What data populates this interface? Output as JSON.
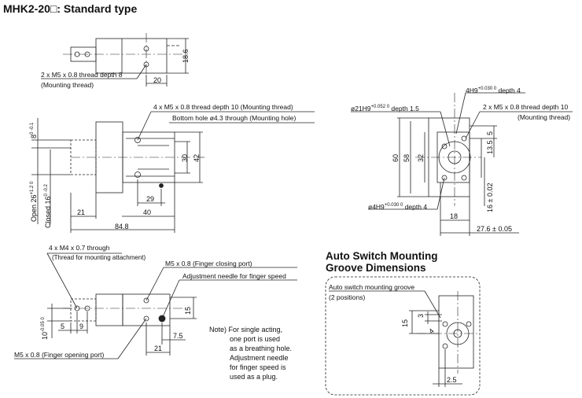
{
  "title": "MHK2-20□: Standard type",
  "top_view": {
    "callout_threads": "2 x M5 x 0.8 thread depth 8",
    "callout_threads_sub": "(Mounting thread)",
    "dim_height": "18.6",
    "dim_width": "20"
  },
  "front_view": {
    "callout_top": "4 x M5 x 0.8 thread depth 10 (Mounting thread)",
    "callout_top_sub": "Bottom hole ø4.3 through (Mounting hole)",
    "dim_8": "8",
    "dim_8_tol": "0 -0.1",
    "dim_open": "Open 26",
    "dim_open_tol": "+1.2 0",
    "dim_closed": "Closed 16",
    "dim_closed_tol": "0 -0.2",
    "dim_30": "30",
    "dim_42": "42",
    "dim_29": "29",
    "dim_21": "21",
    "dim_40": "40",
    "dim_848": "84.8"
  },
  "side_view": {
    "dia21": "ø21H9",
    "dia21_tol": "+0.052 0",
    "dia21_depth": "depth 1.5",
    "hole4": "4H9",
    "hole4_tol": "+0.030 0",
    "hole4_depth": "depth 4",
    "callout_right": "2 x M5 x 0.8 thread depth 10",
    "callout_right_sub": "(Mounting thread)",
    "dim_60": "60",
    "dim_58": "58",
    "dim_32": "32",
    "dim_5": "5",
    "dim_135": "13.5",
    "dim_16": "16 ± 0.02",
    "dia4": "ø4H9",
    "dia4_tol": "+0.030 0",
    "dia4_depth": "depth 4",
    "dim_18": "18",
    "dim_276": "27.6 ± 0.05"
  },
  "bottom_view": {
    "callout_m4": "4 x M4 x 0.7 through",
    "callout_m4_sub": "(Thread for mounting attachment)",
    "callout_close": "M5 x 0.8 (Finger closing port)",
    "callout_needle": "Adjustment needle for finger speed",
    "callout_open": "M5 x 0.8 (Finger opening port)",
    "dim_10": "10",
    "dim_10_tol": "-0.05 0",
    "dim_5": "5",
    "dim_9": "9",
    "dim_15": "15",
    "dim_75": "7.5",
    "dim_21": "21"
  },
  "note": {
    "line1": "Note) For single acting,",
    "line2": "one port is used",
    "line3": "as a breathing hole.",
    "line4": "Adjustment needle",
    "line5": "for finger speed is",
    "line6": "used as a plug."
  },
  "auto_switch": {
    "heading_line1": "Auto Switch Mounting",
    "heading_line2": "Groove Dimensions",
    "callout": "Auto switch mounting groove",
    "callout_sub": "(2 positions)",
    "dim_15": "15",
    "dim_3": "3",
    "dim_4": "4",
    "dim_25": "2.5"
  }
}
